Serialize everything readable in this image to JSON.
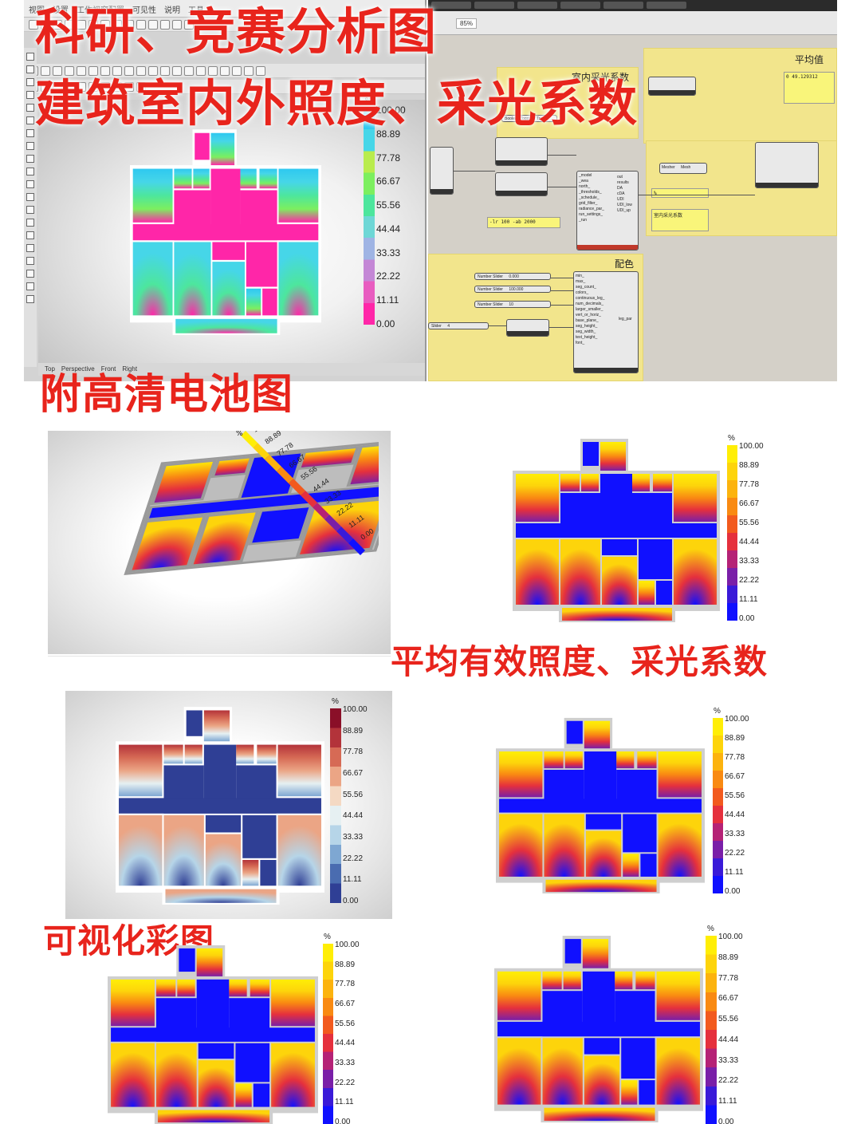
{
  "titles": {
    "line1": "科研、竞赛分析图",
    "line2": "建筑室内外照度、采光系数",
    "hd": "附高清电池图",
    "avg": "平均有效照度、采光系数",
    "vis": "可视化彩图"
  },
  "legend": {
    "unit": "%",
    "ticks": [
      "100.00",
      "88.89",
      "77.78",
      "66.67",
      "55.56",
      "44.44",
      "33.33",
      "22.22",
      "11.11",
      "0.00"
    ]
  },
  "palettes": {
    "pink_cyan": [
      "#ff26a8",
      "#e85cc0",
      "#c487d6",
      "#9fb4e4",
      "#6ed7d6",
      "#4de69d",
      "#7cef5f",
      "#b9ec4d",
      "#46d6e8",
      "#2ec8f0"
    ],
    "blue_yellow": [
      "#1010ff",
      "#3a1ad8",
      "#7a1fa8",
      "#b52276",
      "#e5303d",
      "#f25a1e",
      "#f98a12",
      "#fcb30e",
      "#fdd40b",
      "#ffee06"
    ],
    "red_blue": [
      "#2f3f95",
      "#4a6cb0",
      "#7ea7d2",
      "#b6d5e8",
      "#e6f0f2",
      "#f4d9c3",
      "#eba585",
      "#d66a55",
      "#b3333a",
      "#8a0f28"
    ]
  },
  "rhino": {
    "menu": [
      "视图",
      "设置",
      "工作视窗配置",
      "可见性",
      "说明",
      "工具"
    ],
    "viewport_tabs": [
      "Top",
      "Perspective",
      "Front",
      "Right"
    ]
  },
  "grasshopper": {
    "zoom": "85%",
    "group_daylight": "室内采光系数",
    "group_avg": "平均值",
    "group_color": "配色",
    "avg_value": "0 49.129312",
    "toggle_label": "Boolean Toggle",
    "toggle_value": "True",
    "sliders": [
      {
        "label": "Number Slider",
        "value": "0.000"
      },
      {
        "label": "Number Slider",
        "value": "100.000"
      },
      {
        "label": "Number Slider",
        "value": "10"
      },
      {
        "label": "Slider",
        "value": "4"
      }
    ],
    "param_panel": "-lr 100 -ab 2000",
    "label_panel": "室内采光系数",
    "percent_panel": "%",
    "mesher": "Mesher",
    "mesh": "Mesh",
    "comp_inputs": [
      "_model",
      "_wea",
      "north_",
      "_thresholds_",
      "_schedule_",
      "grid_filter_",
      "radiance_par_",
      "run_settings_",
      "_run"
    ],
    "comp_outputs": [
      "out",
      "results",
      "DA",
      "cDA",
      "UDI",
      "UDI_low",
      "UDI_up"
    ],
    "legend_inputs": [
      "min_",
      "max_",
      "seg_count_",
      "colors_",
      "continuous_leg_",
      "num_decimals_",
      "larger_smaller_",
      "vert_or_horiz_",
      "base_plane_",
      "seg_height_",
      "seg_width_",
      "text_height_",
      "font_"
    ],
    "legend_output": "leg_par"
  }
}
